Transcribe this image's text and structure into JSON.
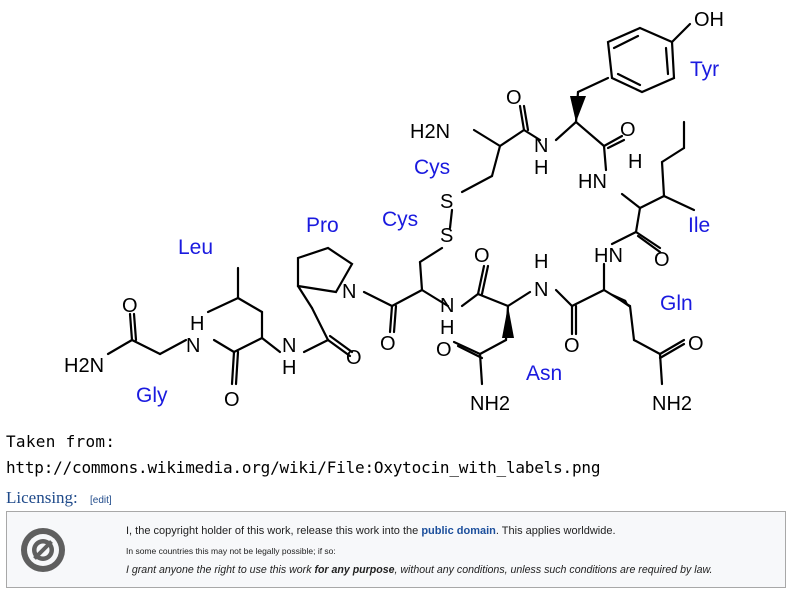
{
  "atoms": {
    "oh": "OH",
    "h2n_top": "H2N",
    "o": "O",
    "n": "N",
    "nh": "NH",
    "hn": "HN",
    "h": "H",
    "s": "S",
    "h2n_left": "H2N",
    "nh2": "NH2"
  },
  "residues": {
    "tyr": "Tyr",
    "ile": "Ile",
    "gln": "Gln",
    "asn": "Asn",
    "cys_top": "Cys",
    "cys_left": "Cys",
    "pro": "Pro",
    "leu": "Leu",
    "gly": "Gly"
  },
  "source": {
    "taken_from": "Taken from:",
    "url": "http://commons.wikimedia.org/wiki/File:Oxytocin_with_labels.png"
  },
  "licensing": {
    "heading": "Licensing:",
    "edit": "[edit]",
    "line1_pre": "I, the copyright holder of this work, release this work into the ",
    "line1_link": "public domain",
    "line1_post": ". This applies worldwide.",
    "line2": "In some countries this may not be legally possible; if so:",
    "line3_pre": "I grant anyone the right to use this work ",
    "line3_bold": "for any purpose",
    "line3_post": ", without any conditions, unless such conditions are required by law."
  },
  "colors": {
    "residue_label": "#1a1adf",
    "link": "#1c4f9c"
  }
}
